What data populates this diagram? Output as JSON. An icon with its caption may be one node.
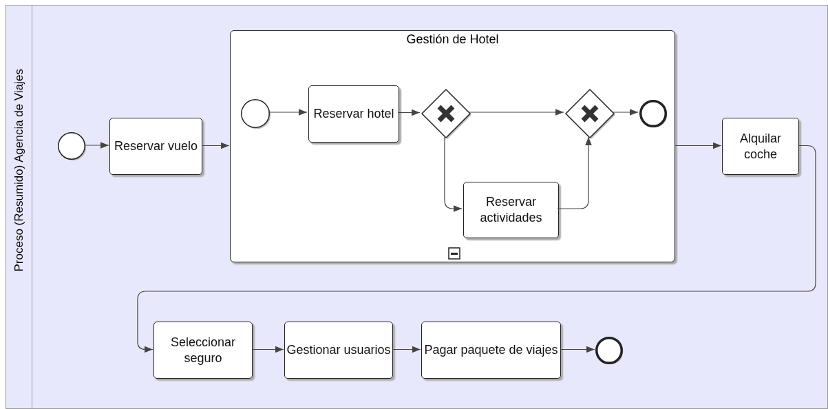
{
  "diagram": {
    "nodes": [
      {
        "text": [
          "Proceso (Resumido) Agencia de Viajes"
        ]
      },
      {
        "text": [],
        "shape": "circle",
        "in": 0
      },
      {
        "text": [
          "Reservar vuelo"
        ],
        "in": 0
      },
      {
        "text": [
          "Gestión de Hotel"
        ],
        "in": 0
      },
      {
        "text": [],
        "shape": "circle",
        "in": 3
      },
      {
        "text": [
          "Reservar hotel"
        ],
        "in": 3
      },
      {
        "text": [],
        "shape": "diamond",
        "in": 3
      },
      {
        "text": [],
        "shape": "diamond",
        "in": 3
      },
      {
        "text": [],
        "shape": "circle",
        "in": 3
      },
      {
        "text": [
          "Reservar actividades"
        ],
        "in": 3
      },
      {
        "text": [
          "Alquilar coche"
        ],
        "in": 0
      },
      {
        "text": [
          "Seleccionar seguro"
        ],
        "in": 0
      },
      {
        "text": [
          "Gestionar usuarios"
        ],
        "in": 0
      },
      {
        "text": [
          "Pagar paquete de viajes"
        ],
        "in": 0
      },
      {
        "text": [],
        "shape": "circle",
        "in": 0
      }
    ],
    "edges": [
      {
        "from": 1,
        "to": 2,
        "arrow": "to"
      },
      {
        "from": 2,
        "to": 3,
        "arrow": "to"
      },
      {
        "from": 4,
        "to": 5,
        "arrow": "to"
      },
      {
        "from": 5,
        "to": 6,
        "arrow": "to"
      },
      {
        "from": 6,
        "to": 7,
        "arrow": "to"
      },
      {
        "from": 7,
        "to": 8,
        "arrow": "to"
      },
      {
        "from": 6,
        "to": 9,
        "arrow": "to"
      },
      {
        "from": 9,
        "to": 7,
        "arrow": "to"
      },
      {
        "from": 3,
        "to": 10,
        "arrow": "to"
      },
      {
        "from": 10,
        "to": 11,
        "arrow": "to"
      },
      {
        "from": 11,
        "to": 12,
        "arrow": "to"
      },
      {
        "from": 12,
        "to": 13,
        "arrow": "to"
      },
      {
        "from": 13,
        "to": 14,
        "arrow": "to"
      }
    ]
  }
}
